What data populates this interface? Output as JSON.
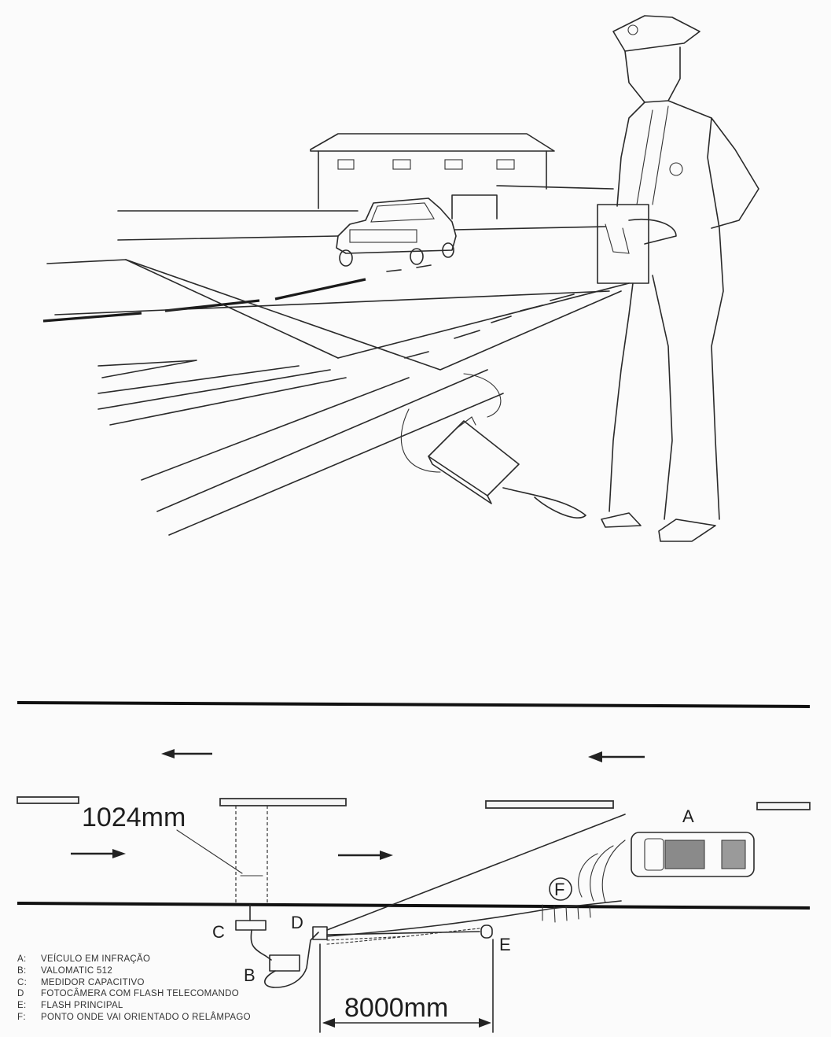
{
  "labels": {
    "sensor_spacing": "1024mm",
    "flash_distance": "8000mm",
    "point_a": "A",
    "point_b": "B",
    "point_c": "C",
    "point_d": "D",
    "point_e": "E",
    "point_f": "F"
  },
  "legend": [
    {
      "key": "A:",
      "text": "VEÍCULO EM INFRAÇÃO"
    },
    {
      "key": "B:",
      "text": "VALOMATIC 512"
    },
    {
      "key": "C:",
      "text": "MEDIDOR CAPACITIVO"
    },
    {
      "key": "D",
      "text": "FOTOCÂMERA COM FLASH TELECOMANDO"
    },
    {
      "key": "E:",
      "text": "FLASH PRINCIPAL"
    },
    {
      "key": "F:",
      "text": "PONTO ONDE VAI ORIENTADO O RELÂMPAGO"
    }
  ]
}
